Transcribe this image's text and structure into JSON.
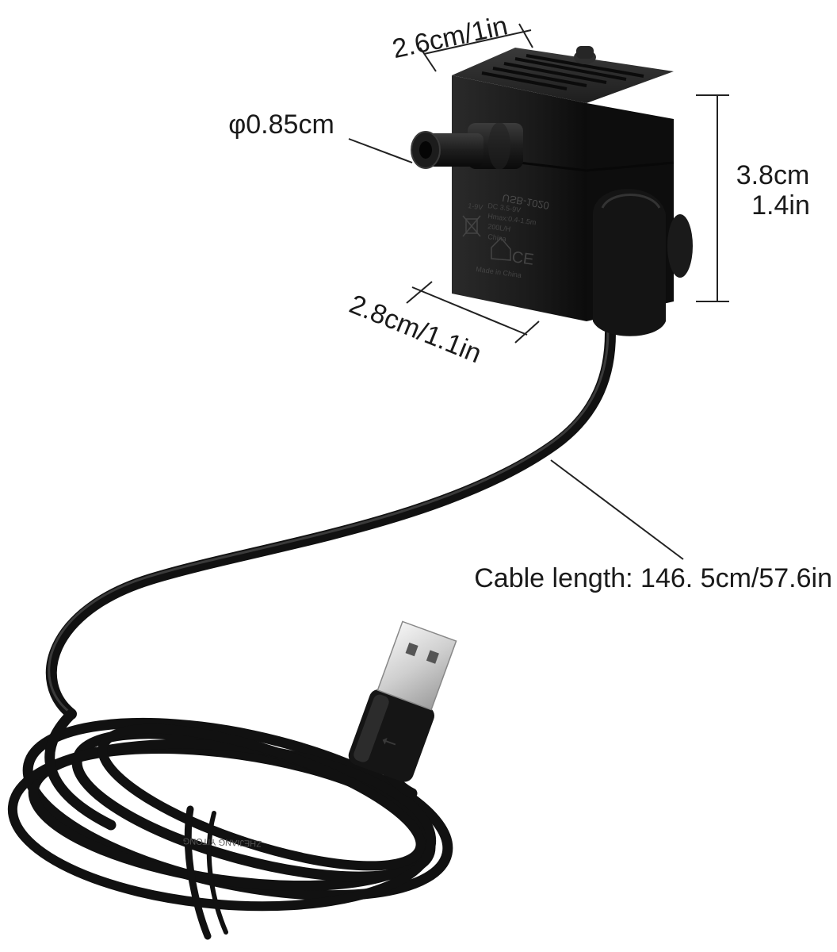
{
  "dimensions": {
    "top_width": "2.6cm/1in",
    "outlet_diameter": "φ0.85cm",
    "height_cm": "3.8cm",
    "height_in": "1.4in",
    "depth": "2.8cm/1.1in",
    "cable_length": "Cable length: 146. 5cm/57.6in"
  },
  "product_label": {
    "model": "USB-1020",
    "lines": [
      "DC 3.5-9V",
      "Hmax:0.4-1.5m",
      "200L/H",
      "China"
    ],
    "voltage": "1-9V",
    "ce_mark": "CE",
    "footer": "Made in China",
    "cable_print": "ZHEJIANG YITONG"
  },
  "colors": {
    "background": "#ffffff",
    "pump_body": "#1b1b1b",
    "cable": "#111111",
    "usb_metal": "#d9d9d9",
    "text": "#1a1a1a"
  }
}
